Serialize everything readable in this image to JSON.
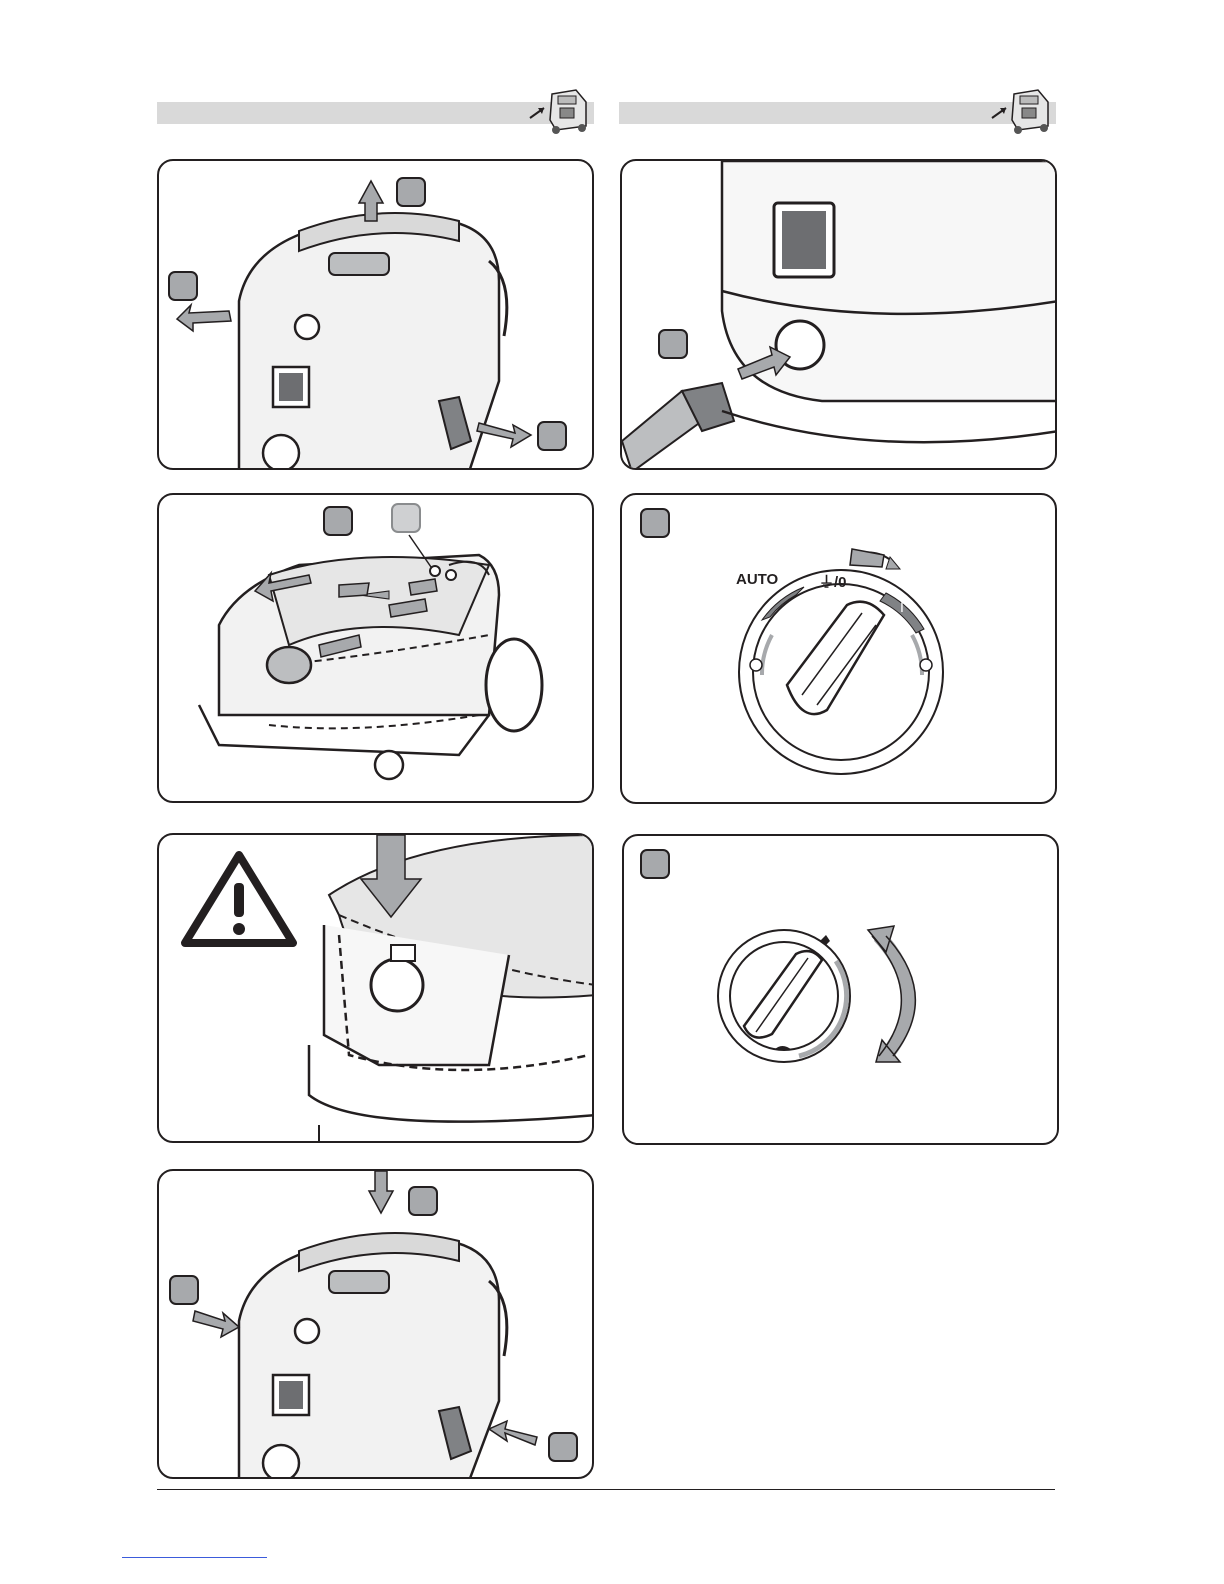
{
  "page": {
    "icons": {
      "vacuum_thumbnail": "vacuum-cleaner-thumbnail-icon",
      "warning": "warning-triangle-icon",
      "rabbit": "rabbit-icon",
      "turtle": "turtle-icon",
      "plug": "plug-icon"
    }
  },
  "switch_panel": {
    "label_auto": "AUTO",
    "label_plug_off": "/0",
    "label_on": "I"
  },
  "colors": {
    "outline": "#231f20",
    "marker_fill": "#a7a9ac",
    "arrow_fill": "#a7a9ac",
    "header_bar": "#d9d9d9"
  }
}
